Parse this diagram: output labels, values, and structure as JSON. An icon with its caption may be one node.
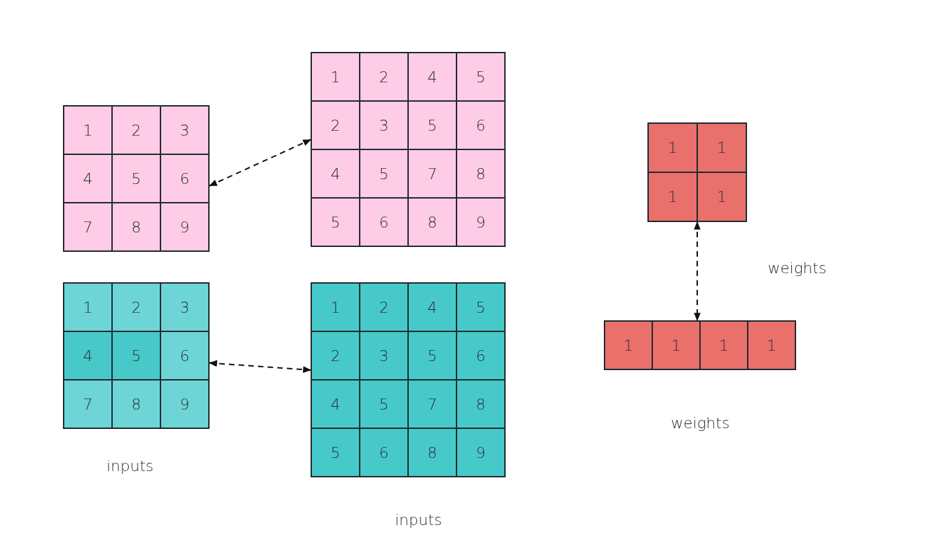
{
  "diagram": {
    "nodes": [
      {
        "text": [
          "1",
          "2",
          "3",
          "4",
          "5",
          "6",
          "7",
          "8",
          "9"
        ]
      },
      {
        "text": [
          "1",
          "2",
          "4",
          "5",
          "2",
          "3",
          "5",
          "6",
          "4",
          "5",
          "7",
          "8",
          "5",
          "6",
          "8",
          "9"
        ]
      },
      {
        "text": [
          "1",
          "1",
          "1",
          "1"
        ]
      },
      {
        "text": [
          "1",
          "2",
          "3",
          "4",
          "5",
          "6",
          "7",
          "8",
          "9"
        ]
      },
      {
        "text": [
          "1",
          "2",
          "4",
          "5",
          "2",
          "3",
          "5",
          "6",
          "4",
          "5",
          "7",
          "8",
          "5",
          "6",
          "8",
          "9"
        ]
      },
      {
        "text": [
          "1",
          "1",
          "1",
          "1"
        ]
      }
    ],
    "edges": [
      {
        "from": 0,
        "to": 1,
        "arrow": "both",
        "style": "dashed"
      },
      {
        "from": 3,
        "to": 4,
        "arrow": "both",
        "style": "dashed"
      },
      {
        "from": 2,
        "to": 5,
        "arrow": "both",
        "style": "dashed"
      }
    ],
    "labels": [
      "weights",
      "weights",
      "inputs",
      "inputs"
    ]
  }
}
